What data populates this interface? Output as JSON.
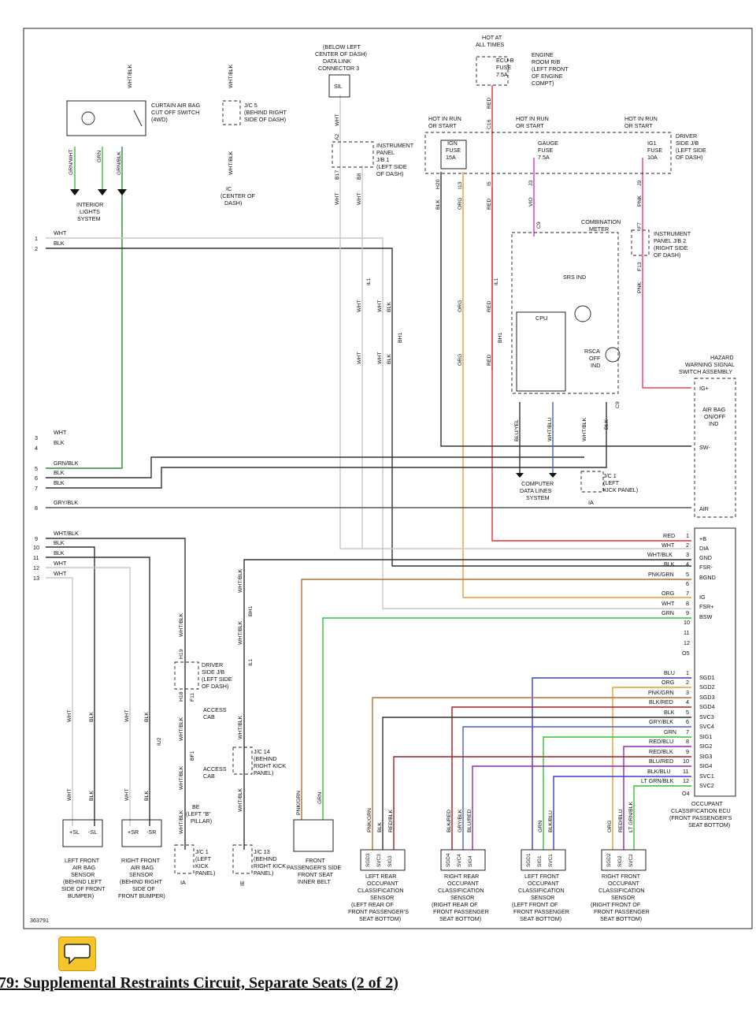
{
  "caption": "79: Supplemental Restraints Circuit, Separate Seats (2 of 2)",
  "diagram_id": "363791",
  "colors": {
    "red": "#e53030",
    "org": "#f0982e",
    "vio": "#d236d2",
    "pnk": "#e8425a",
    "grn": "#33c13a",
    "brn": "#b0703a",
    "blu": "#3b3bd6",
    "wht": "#c8c8c8",
    "blk": "#333333",
    "wire_blu": "#4a5fd0",
    "purple": "#8a2ab8",
    "dark_red": "#a02020"
  },
  "icons": {
    "note": "note-icon"
  },
  "top_components": {
    "curtain_switch": [
      "CURTAIN AIR BAG",
      "CUT OFF SWITCH",
      "(4WD)"
    ],
    "jc5": [
      "J/C 5",
      "(BEHIND RIGHT",
      "SIDE OF DASH)"
    ],
    "ic": [
      "IC",
      "(CENTER OF",
      "DASH)"
    ],
    "dlc": [
      "(BELOW LEFT",
      "CENTER OF DASH)",
      "DATA LINK",
      "CONNECTOR 3"
    ],
    "dlc_pin": "SIL",
    "ipjb1": [
      "INSTRUMENT",
      "PANEL",
      "J/B 1",
      "(LEFT SIDE",
      "OF DASH)"
    ],
    "hot_at_all_times": [
      "HOT AT",
      "ALL TIMES"
    ],
    "ecub_fuse": [
      "ECU-B",
      "FUSE",
      "7.5A"
    ],
    "engine_room": [
      "ENGINE",
      "ROOM R/B",
      "(LEFT FRONT",
      "OF ENGINE",
      "COMPT)"
    ],
    "hot_run_start": [
      "HOT IN RUN",
      "OR START"
    ],
    "ign_fuse": [
      "IGN",
      "FUSE",
      "15A"
    ],
    "gauge_fuse": [
      "GAUGE",
      "FUSE",
      "7.5A"
    ],
    "ig1_fuse": [
      "IG1",
      "FUSE",
      "10A"
    ],
    "driver_jb": [
      "DRIVER",
      "SIDE J/B",
      "(LEFT SIDE",
      "OF DASH)"
    ],
    "interior_lights": [
      "INTERIOR",
      "LIGHTS",
      "SYSTEM"
    ],
    "combination_meter": [
      "COMBINATION",
      "METER"
    ],
    "srs_ind": "SRS IND",
    "cpu": "CPU",
    "rsca": [
      "RSCA",
      "OFF",
      "IND"
    ],
    "ipjb2": [
      "INSTRUMENT",
      "PANEL J/B 2",
      "(RIGHT SIDE",
      "OF DASH)"
    ],
    "hazard": [
      "HAZARD",
      "WARNING SIGNAL",
      "SWITCH ASSEMBLY"
    ],
    "airbag_ind": [
      "AIR BAG",
      "ON/OFF",
      "IND"
    ],
    "hazard_pins": [
      "IG+",
      "SW-",
      "AIR"
    ],
    "computer_data": [
      "COMPUTER",
      "DATA LINES",
      "SYSTEM"
    ],
    "jc1_upper": [
      "J/C 1",
      "(LEFT",
      "KICK PANEL)"
    ],
    "ia": "IA"
  },
  "left_labels": {
    "numbers": [
      "1",
      "2",
      "3",
      "4",
      "5",
      "6",
      "7",
      "8",
      "9",
      "10",
      "11",
      "12",
      "13"
    ],
    "wires": [
      "WHT",
      "BLK",
      "WHT",
      "BLK",
      "GRN/BLK",
      "BLK",
      "BLK",
      "GRY/BLK",
      "WHT/BLK",
      "BLK",
      "BLK",
      "WHT",
      "WHT"
    ]
  },
  "vertical_labels": {
    "wht_blk": "WHT/BLK",
    "grn_wht": "GRN/WHT",
    "grn": "GRN",
    "grn_blk": "GRN/BLK",
    "wht": "WHT",
    "blk": "BLK",
    "org": "ORG",
    "red": "RED",
    "vio": "VIO",
    "pnk": "PNK",
    "blu_yel": "BLU/YEL",
    "wht_blu": "WHT/BLU",
    "pnk_grn": "PNK/GRN",
    "red_blk": "RED/BLK",
    "blk_red": "BLK/RED",
    "gry_blk": "GRY/BLK",
    "blu_red": "BLU/RED",
    "blk_blu": "BLK/BLU",
    "red_blu": "RED/BLU",
    "lt_grn_blk": "LT GRN/BLK",
    "h20": "H20",
    "i13": "I13",
    "i5": "I5",
    "j3": "J3",
    "j9": "J9",
    "c16": "C16",
    "a2": "A2",
    "b17": "B17",
    "b8": "B8",
    "il1": "IL1",
    "bh1": "BH1",
    "c9": "C9",
    "f7": "F7",
    "f13": "F13",
    "iu2": "IU2",
    "h19": "H19",
    "h18": "H18",
    "f11": "F11",
    "bf1": "BF1"
  },
  "occupant_ecu": {
    "title": [
      "OCCUPANT",
      "CLASSIFICATION ECU",
      "(FRONT PASSENGER'S",
      "SEAT BOTTOM)"
    ],
    "pins_top": [
      {
        "pin": "1",
        "name": "+B",
        "wire": "RED"
      },
      {
        "pin": "2",
        "name": "DIA",
        "wire": "WHT"
      },
      {
        "pin": "3",
        "name": "GND",
        "wire": "WHT/BLK"
      },
      {
        "pin": "4",
        "name": "FSR-",
        "wire": "BLK"
      },
      {
        "pin": "5",
        "name": "BGND",
        "wire": "PNK/GRN"
      },
      {
        "pin": "6",
        "name": "",
        "wire": ""
      },
      {
        "pin": "7",
        "name": "IG",
        "wire": "ORG"
      },
      {
        "pin": "8",
        "name": "FSR+",
        "wire": "WHT"
      },
      {
        "pin": "9",
        "name": "BSW",
        "wire": "GRN"
      },
      {
        "pin": "10",
        "name": "",
        "wire": ""
      },
      {
        "pin": "11",
        "name": "",
        "wire": ""
      },
      {
        "pin": "12",
        "name": "",
        "wire": ""
      }
    ],
    "o5": "O5",
    "pins_bottom": [
      {
        "pin": "1",
        "name": "SGD1",
        "wire": "BLU"
      },
      {
        "pin": "2",
        "name": "SGD2",
        "wire": "ORG"
      },
      {
        "pin": "3",
        "name": "SGD3",
        "wire": "PNK/GRN"
      },
      {
        "pin": "4",
        "name": "SGD4",
        "wire": "BLK/RED"
      },
      {
        "pin": "5",
        "name": "SVC3",
        "wire": "BLK"
      },
      {
        "pin": "6",
        "name": "SVC4",
        "wire": "GRY/BLK"
      },
      {
        "pin": "7",
        "name": "SIG1",
        "wire": "GRN"
      },
      {
        "pin": "8",
        "name": "SIG2",
        "wire": "RED/BLU"
      },
      {
        "pin": "9",
        "name": "SIG3",
        "wire": "RED/BLK"
      },
      {
        "pin": "10",
        "name": "SIG4",
        "wire": "BLU/RED"
      },
      {
        "pin": "11",
        "name": "SVC1",
        "wire": "BLK/BLU"
      },
      {
        "pin": "12",
        "name": "SVC2",
        "wire": "LT GRN/BLK"
      }
    ],
    "o4": "O4"
  },
  "bottom_components": {
    "left_sensor": [
      "LEFT FRONT",
      "AIR BAG",
      "SENSOR",
      "(BEHIND LEFT",
      "SIDE OF FRONT",
      "BUMPER)"
    ],
    "left_sensor_pins": [
      "+SL",
      "-SL"
    ],
    "right_sensor": [
      "RIGHT FRONT",
      "AIR BAG",
      "SENSOR",
      "(BEHIND RIGHT",
      "SIDE OF",
      "FRONT BUMPER)"
    ],
    "right_sensor_pins": [
      "+SR",
      "-SR"
    ],
    "driver_jb_low": [
      "DRIVER",
      "SIDE J/B",
      "(LEFT SIDE",
      "OF DASH)"
    ],
    "access_cab": [
      "ACCESS",
      "CAB"
    ],
    "be": [
      "BE",
      "(LEFT \"B\"",
      "PILLAR)"
    ],
    "jc1_low": [
      "J/C 1",
      "(LEFT",
      "KICK",
      "PANEL)"
    ],
    "jc14": [
      "J/C 14",
      "(BEHIND",
      "RIGHT KICK",
      "PANEL)"
    ],
    "jc13": [
      "J/C 13",
      "(BEHIND",
      "RIGHT KICK",
      "PANEL)"
    ],
    "ia_label": "IA",
    "ie_label": "IE",
    "buckle": [
      "FRONT",
      "PASSENGER'S SIDE",
      "FRONT SEAT",
      "INNER BELT"
    ],
    "lr_occ": [
      "LEFT REAR",
      "OCCUPANT",
      "CLASSIFICATION",
      "SENSOR",
      "(LEFT REAR OF",
      "FRONT PASSENGER'S",
      "SEAT BOTTOM)"
    ],
    "lr_pins": [
      "SGD3",
      "SVC3",
      "SIG3"
    ],
    "rr_occ": [
      "RIGHT REAR",
      "OCCUPANT",
      "CLASSIFICATION",
      "SENSOR",
      "(RIGHT REAR OF",
      "FRONT PASSENGER",
      "SEAT BOTTOM)"
    ],
    "rr_pins": [
      "SGD4",
      "SVC4",
      "SIG4"
    ],
    "lf_occ": [
      "LEFT FRONT",
      "OCCUPANT",
      "CLASSIFICATION",
      "SENSOR",
      "(LEFT FRONT OF",
      "FRONT PASSENGER",
      "SEAT BOTTOM)"
    ],
    "lf_pins": [
      "SGD1",
      "SIG1",
      "SVC1"
    ],
    "rf_occ": [
      "RIGHT FRONT",
      "OCCUPANT",
      "CLASSIFICATION",
      "SENSOR",
      "(RIGHT FRONT OF",
      "FRONT PASSENGER",
      "SEAT BOTTOM)"
    ],
    "rf_pins": [
      "SGD2",
      "SIG2",
      "SVC2"
    ]
  }
}
